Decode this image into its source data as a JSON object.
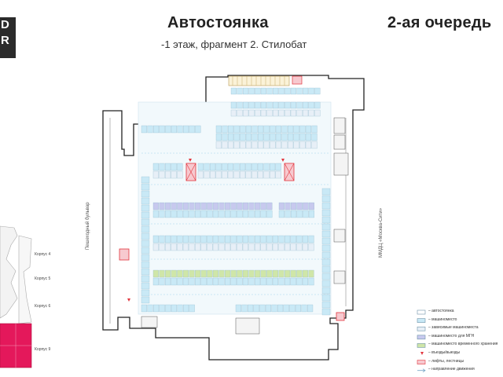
{
  "header": {
    "logo_letters": [
      "D",
      "R"
    ],
    "title": "Автостоянка",
    "queue": "2-ая очередь",
    "subtitle": "-1 этаж, фрагмент 2. Стилобат"
  },
  "side_labels": {
    "left_street": "Пешеходный бульвар",
    "right_building": "ММДЦ «Москва-Сити»"
  },
  "buildings": [
    "Корпус 4",
    "Корпус 5",
    "Корпус 6",
    "Корпус 9"
  ],
  "legend": [
    {
      "label": "– автостоянка",
      "kind": "outline",
      "color": "#ffffff"
    },
    {
      "label": "– машиноместо",
      "kind": "fill",
      "color": "#c9e9f6"
    },
    {
      "label": "– зависимые машиноместа",
      "kind": "fill",
      "color": "#e7eff7"
    },
    {
      "label": "– машиноместо для МГН",
      "kind": "fill",
      "color": "#c7c9ee"
    },
    {
      "label": "– машиноместо временного хранения",
      "kind": "fill",
      "color": "#cfe6a8"
    },
    {
      "label": "– въезды/выезды",
      "kind": "triangle",
      "color": "#e2363e"
    },
    {
      "label": "– лифты, лестницы",
      "kind": "hatch",
      "color": "#e2363e"
    },
    {
      "label": "– направление движения",
      "kind": "arrow",
      "color": "#7aa8c8"
    }
  ],
  "colors": {
    "wall": "#222222",
    "parking": "#c9e9f6",
    "dependent": "#e7eff7",
    "disabled": "#c7c9ee",
    "temporary": "#cfe6a8",
    "lift": "#e2363e",
    "magenta": "#e4185b",
    "road": "#eaf6fb"
  }
}
